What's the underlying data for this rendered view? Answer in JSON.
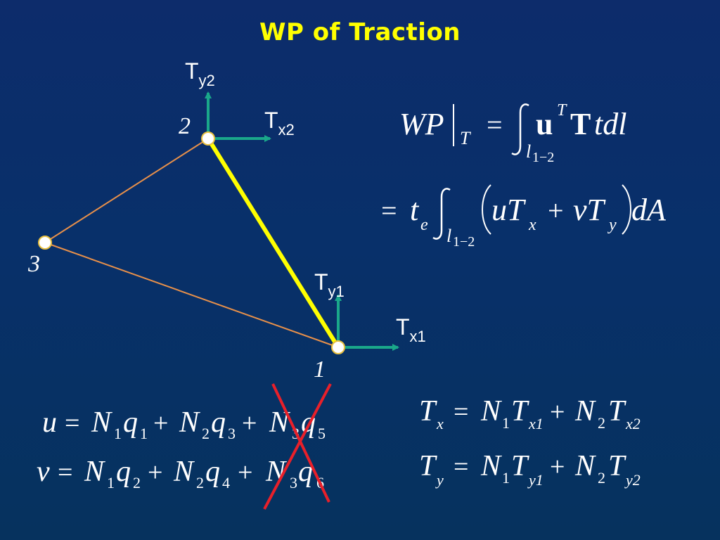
{
  "slide": {
    "title": "WP of Traction",
    "nodes": [
      {
        "id": "node-1",
        "label": "1"
      },
      {
        "id": "node-2",
        "label": "2"
      },
      {
        "id": "node-3",
        "label": "3"
      }
    ],
    "tractions": {
      "ty2": {
        "main": "T",
        "sub": "y2"
      },
      "tx2": {
        "main": "T",
        "sub": "x2"
      },
      "ty1": {
        "main": "T",
        "sub": "y1"
      },
      "tx1": {
        "main": "T",
        "sub": "x1"
      }
    },
    "equations": {
      "wp_lhs": "WP",
      "wp_eval": "T",
      "eq": "=",
      "u_vec": "u",
      "T_sup": "T",
      "T_mat": "T",
      "tdl": "tdl",
      "limit": "l",
      "limit_sub": "1−2",
      "te": "t",
      "te_sub": "e",
      "integrand_u": "uT",
      "sub_x": "x",
      "plus": "+",
      "integrand_v": "vT",
      "sub_y": "y",
      "dA": "dA",
      "u_interp": {
        "lhs": "u",
        "t1": "N",
        "i1": "1",
        "q1": "q",
        "j1": "1",
        "t2": "N",
        "i2": "2",
        "q2": "q",
        "j2": "3",
        "t3": "N",
        "i3": "3",
        "q3": "q",
        "j3": "5"
      },
      "v_interp": {
        "lhs": "v",
        "t1": "N",
        "i1": "1",
        "q1": "q",
        "j1": "2",
        "t2": "N",
        "i2": "2",
        "q2": "q",
        "j2": "4",
        "t3": "N",
        "i3": "3",
        "q3": "q",
        "j3": "6"
      },
      "tx_interp": {
        "lhs": "T",
        "lsub": "x",
        "n1": "N",
        "i1": "1",
        "t1": "T",
        "s1": "x1",
        "n2": "N",
        "i2": "2",
        "t2": "T",
        "s2": "x2"
      },
      "ty_interp": {
        "lhs": "T",
        "lsub": "y",
        "n1": "N",
        "i1": "1",
        "t1": "T",
        "s1": "y1",
        "n2": "N",
        "i2": "2",
        "t2": "T",
        "s2": "y2"
      }
    },
    "colors": {
      "title": "#ffff00",
      "loaded_edge": "#ffff00",
      "other_edges": "#e8904a",
      "arrows": "#1aa88a",
      "cross": "#e8202a",
      "text": "#ffffff"
    }
  }
}
